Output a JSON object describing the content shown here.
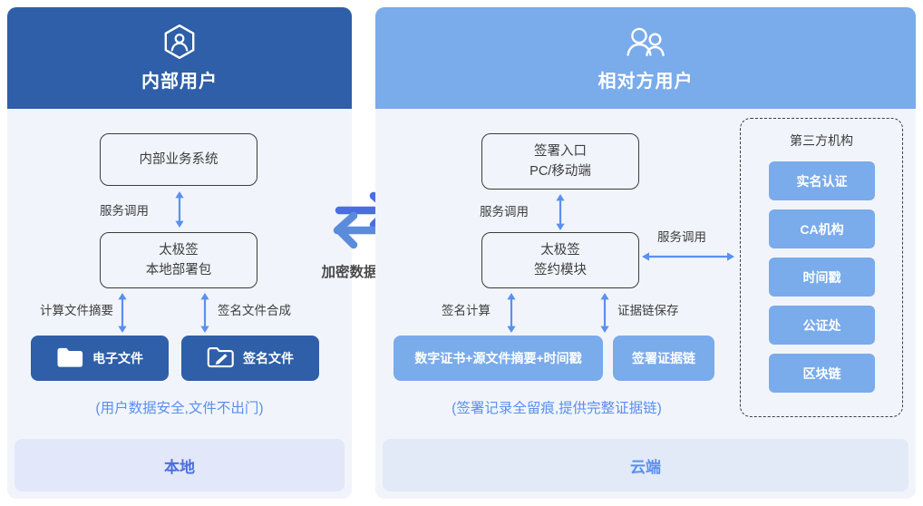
{
  "diagram": {
    "center": {
      "icon": "exchange-arrows-icon",
      "label": "加密数据传输"
    },
    "accent_colors": {
      "dark_blue": "#2e5fa8",
      "light_blue": "#7aabeb",
      "arrow_blue": "#5b8ff0",
      "caption_blue": "#5b8ff0",
      "panel_bg": "#f1f5fb",
      "footer_local_bg": "#e3e7fa",
      "footer_cloud_bg": "#e2eaf8"
    },
    "panels": [
      {
        "id": "local",
        "header": {
          "icon": "hexagon-user-icon",
          "title": "内部用户"
        },
        "nodes": [
          {
            "name": "internal-business-system",
            "lines": [
              "内部业务系统"
            ]
          },
          {
            "name": "taijiqian-local-package",
            "lines": [
              "太极签",
              "本地部署包"
            ]
          }
        ],
        "edge_labels": [
          {
            "name": "service-call",
            "text": "服务调用"
          },
          {
            "name": "compute-file-digest",
            "text": "计算文件摘要"
          },
          {
            "name": "signature-file-compose",
            "text": "签名文件合成"
          }
        ],
        "chips": [
          {
            "name": "electronic-file",
            "icon": "folder-icon",
            "label": "电子文件"
          },
          {
            "name": "signature-file",
            "icon": "folder-pencil-icon",
            "label": "签名文件"
          }
        ],
        "caption": "(用户数据安全,文件不出门)",
        "footer": "本地"
      },
      {
        "id": "cloud",
        "header": {
          "icon": "two-users-icon",
          "title": "相对方用户"
        },
        "nodes": [
          {
            "name": "sign-entry",
            "lines": [
              "签署入口",
              "PC/移动端"
            ]
          },
          {
            "name": "taijiqian-signing-module",
            "lines": [
              "太极签",
              "签约模块"
            ]
          }
        ],
        "edge_labels": [
          {
            "name": "service-call",
            "text": "服务调用"
          },
          {
            "name": "service-call-third-party",
            "text": "服务调用"
          },
          {
            "name": "signature-compute",
            "text": "签名计算"
          },
          {
            "name": "evidence-chain-store",
            "text": "证据链保存"
          }
        ],
        "chips": [
          {
            "name": "cert-digest-timestamp",
            "label": "数字证书+源文件摘要+时间戳"
          },
          {
            "name": "signing-evidence-chain",
            "label": "签署证据链"
          }
        ],
        "caption": "(签署记录全留痕,提供完整证据链)",
        "footer": "云端",
        "third_party": {
          "title": "第三方机构",
          "items": [
            {
              "name": "real-name-auth",
              "label": "实名认证"
            },
            {
              "name": "ca-authority",
              "label": "CA机构"
            },
            {
              "name": "timestamp",
              "label": "时间戳"
            },
            {
              "name": "notary-office",
              "label": "公证处"
            },
            {
              "name": "blockchain",
              "label": "区块链"
            }
          ]
        }
      }
    ]
  }
}
